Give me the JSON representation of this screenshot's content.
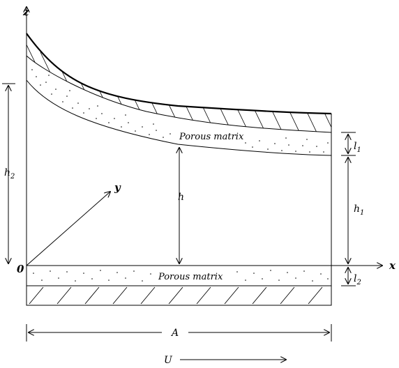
{
  "axes": {
    "z": "z",
    "x": "x",
    "y": "y",
    "origin": "0"
  },
  "layers": {
    "top_matrix": "Porous matrix",
    "bottom_matrix": "Porous matrix"
  },
  "dimensions": {
    "h": "h",
    "h2_main": "h",
    "h2_sub": "2",
    "h1_main": "h",
    "h1_sub": "1",
    "l1_main": "l",
    "l1_sub": "1",
    "l2_main": "l",
    "l2_sub": "2",
    "A": "A",
    "U": "U"
  }
}
